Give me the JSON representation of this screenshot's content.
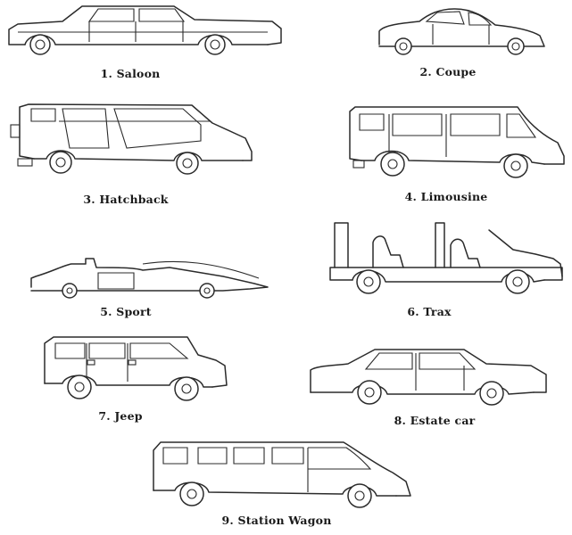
{
  "vehicles": [
    {
      "id": "saloon",
      "label": "1. Saloon"
    },
    {
      "id": "coupe",
      "label": "2. Coupe"
    },
    {
      "id": "hatchback",
      "label": "3. Hatchback"
    },
    {
      "id": "limousine",
      "label": "4. Limousine"
    },
    {
      "id": "sport",
      "label": "5. Sport"
    },
    {
      "id": "trax",
      "label": "6. Trax"
    },
    {
      "id": "jeep",
      "label": "7. Jeep"
    },
    {
      "id": "estate",
      "label": "8. Estate car"
    },
    {
      "id": "station-wagon",
      "label": "9. Station Wagon"
    }
  ]
}
